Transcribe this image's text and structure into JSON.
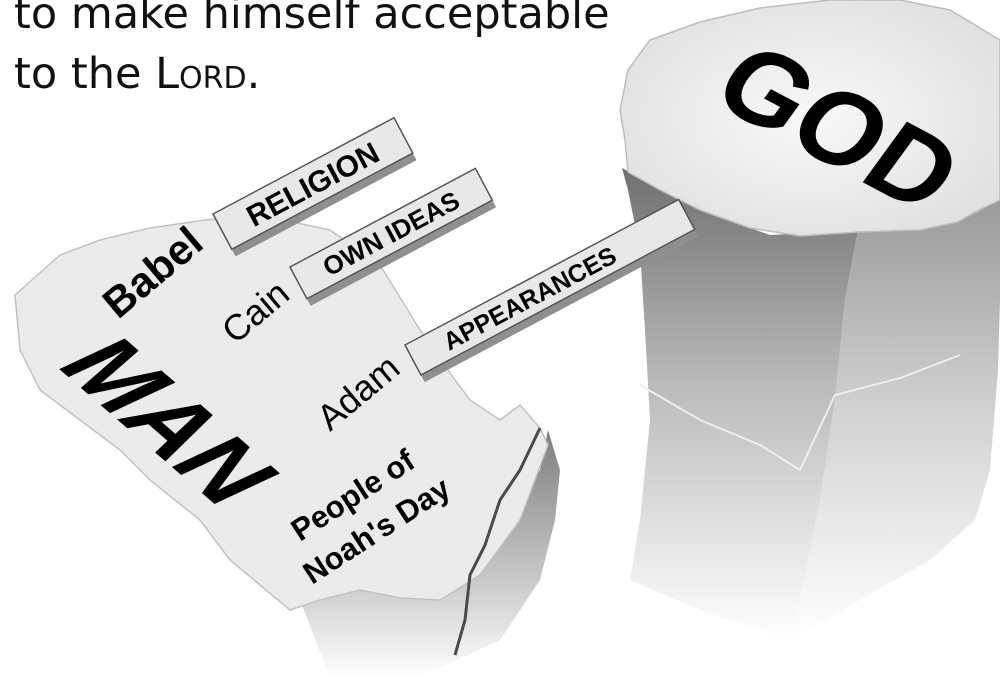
{
  "caption": {
    "line1": "to make himself acceptable",
    "line2_prefix": "to the ",
    "line2_smallcaps": "Lord",
    "line2_suffix": "."
  },
  "labels": {
    "god": "GOD",
    "man": "MAN",
    "babel": "Babel",
    "cain": "Cain",
    "adam": "Adam",
    "people_line1": "People of",
    "people_line2": "Noah's Day"
  },
  "planks": {
    "religion": "RELIGION",
    "own_ideas": "OWN IDEAS",
    "appearances": "APPEARANCES"
  },
  "colors": {
    "rock_light": "#f2f2f2",
    "rock_mid": "#c9c9c9",
    "rock_dark": "#8a8a8a",
    "plank_top": "#e6e6e6",
    "plank_side": "#9a9a9a",
    "text": "#000000"
  }
}
